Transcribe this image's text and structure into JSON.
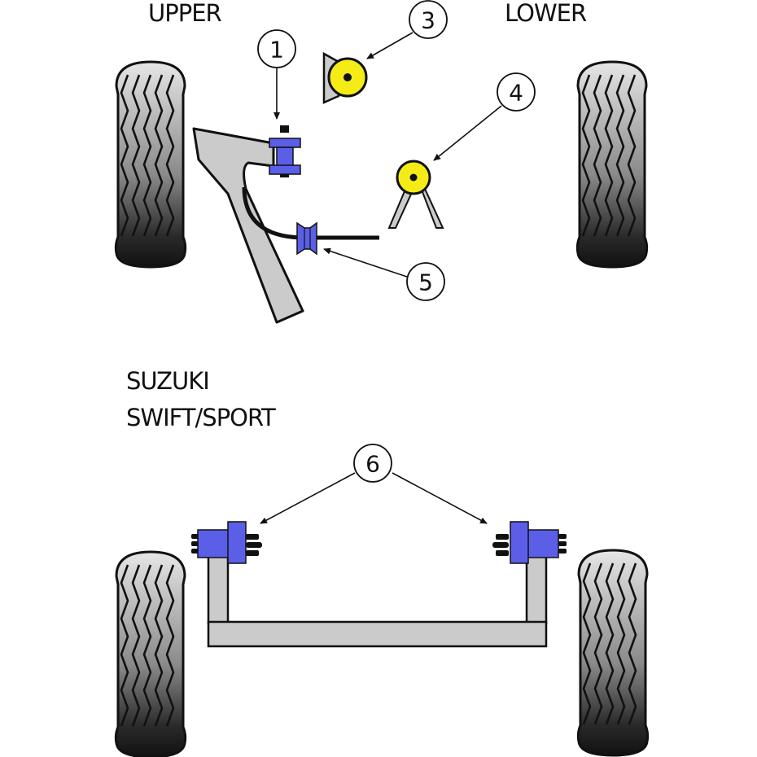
{
  "title": {
    "line1": "SUZUKI",
    "line2": "SWIFT/SPORT"
  },
  "section_labels": {
    "upper": "UPPER",
    "lower": "LOWER"
  },
  "callouts": [
    {
      "id": "1",
      "label": "1",
      "target": "upper-arm-bushing"
    },
    {
      "id": "3",
      "label": "3",
      "target": "upper-round-bushing"
    },
    {
      "id": "4",
      "label": "4",
      "target": "lower-round-bushing"
    },
    {
      "id": "5",
      "label": "5",
      "target": "anti-roll-bar-bushing"
    },
    {
      "id": "6",
      "label": "6",
      "target": "rear-beam-mount-bushings"
    }
  ],
  "colors": {
    "bushing_blue": "#5b5fe8",
    "bushing_yellow": "#f5ec17",
    "metal_grey": "#cbcbcb",
    "outline": "#111111"
  }
}
